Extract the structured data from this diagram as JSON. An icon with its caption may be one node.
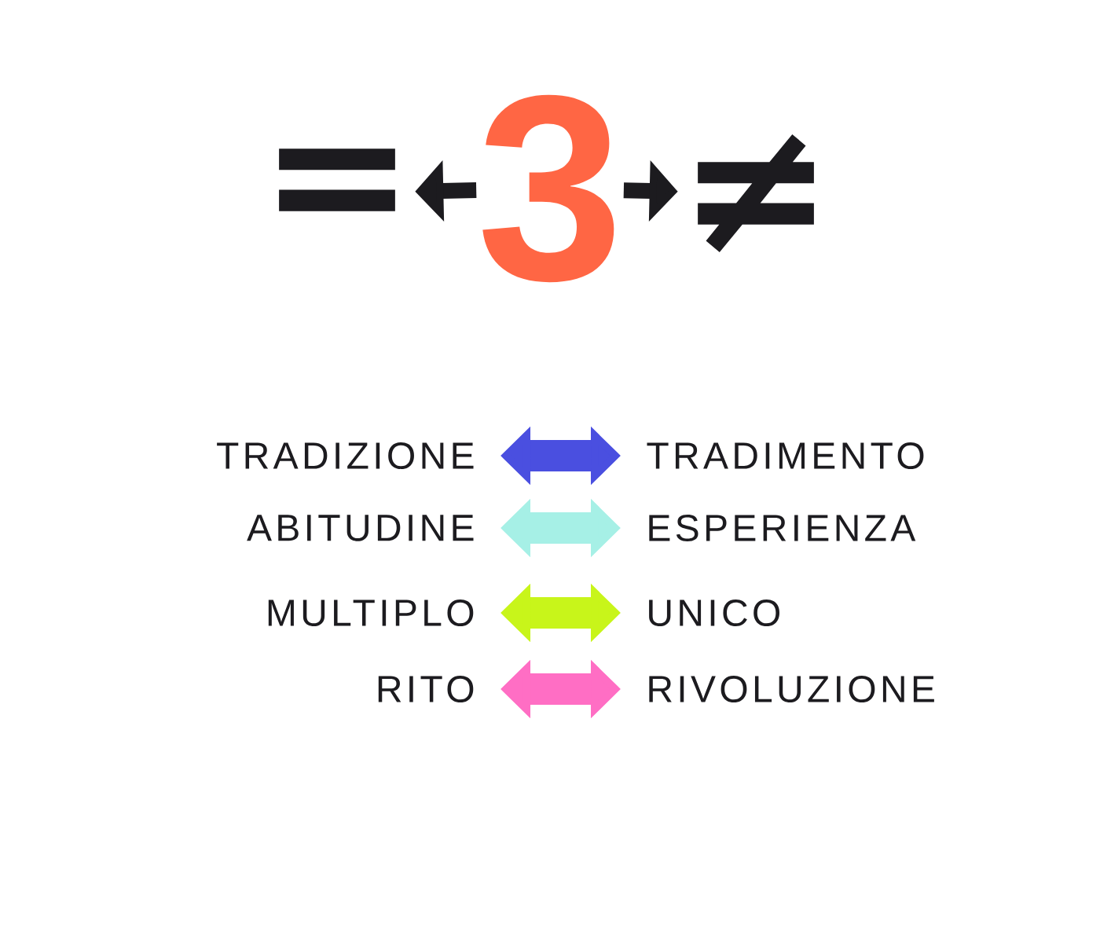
{
  "diagram": {
    "nodes": [
      {
        "text": [
          "="
        ]
      },
      {
        "text": [
          "3"
        ]
      },
      {
        "text": [
          "≠"
        ]
      },
      {
        "text": [
          "TRADIZIONE"
        ]
      },
      {
        "text": [
          "TRADIMENTO"
        ]
      },
      {
        "text": [
          "ABITUDINE"
        ]
      },
      {
        "text": [
          "ESPERIENZA"
        ]
      },
      {
        "text": [
          "MULTIPLO"
        ]
      },
      {
        "text": [
          "UNICO"
        ]
      },
      {
        "text": [
          "RITO"
        ]
      },
      {
        "text": [
          "RIVOLUZIONE"
        ]
      }
    ],
    "edges": [
      {
        "from": 1,
        "to": 0,
        "arrow": "to",
        "color": "#1c1b1f"
      },
      {
        "from": 1,
        "to": 2,
        "arrow": "to",
        "color": "#1c1b1f"
      },
      {
        "from": 3,
        "to": 4,
        "arrow": "both",
        "color": "#4a4fe0"
      },
      {
        "from": 5,
        "to": 6,
        "arrow": "both",
        "color": "#a6f0e6"
      },
      {
        "from": 7,
        "to": 8,
        "arrow": "both",
        "color": "#c8f51a"
      },
      {
        "from": 9,
        "to": 10,
        "arrow": "both",
        "color": "#ff6ec4"
      }
    ]
  }
}
